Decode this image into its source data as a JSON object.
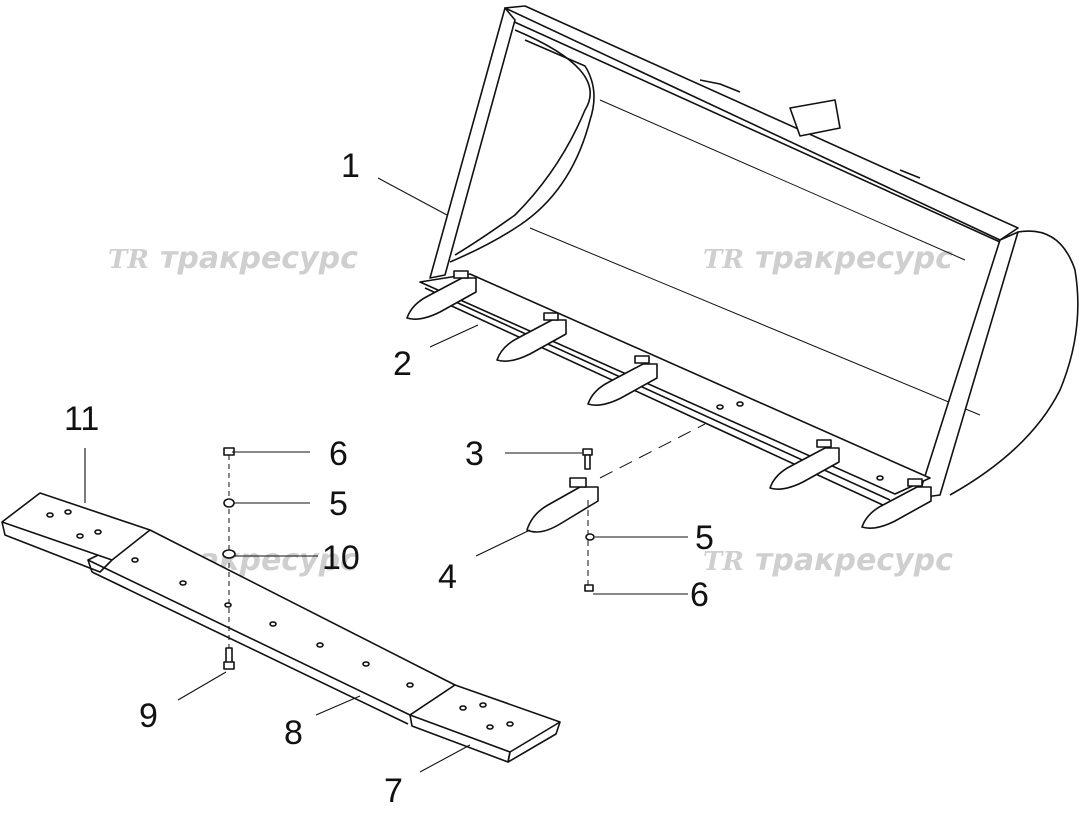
{
  "watermark": {
    "logo": "ТR",
    "text": "тракресурс"
  },
  "callouts": {
    "c1": "1",
    "c2": "2",
    "c3": "3",
    "c4": "4",
    "c5a": "5",
    "c5b": "5",
    "c6a": "6",
    "c6b": "6",
    "c7": "7",
    "c8": "8",
    "c9": "9",
    "c10": "10",
    "c11": "11"
  }
}
